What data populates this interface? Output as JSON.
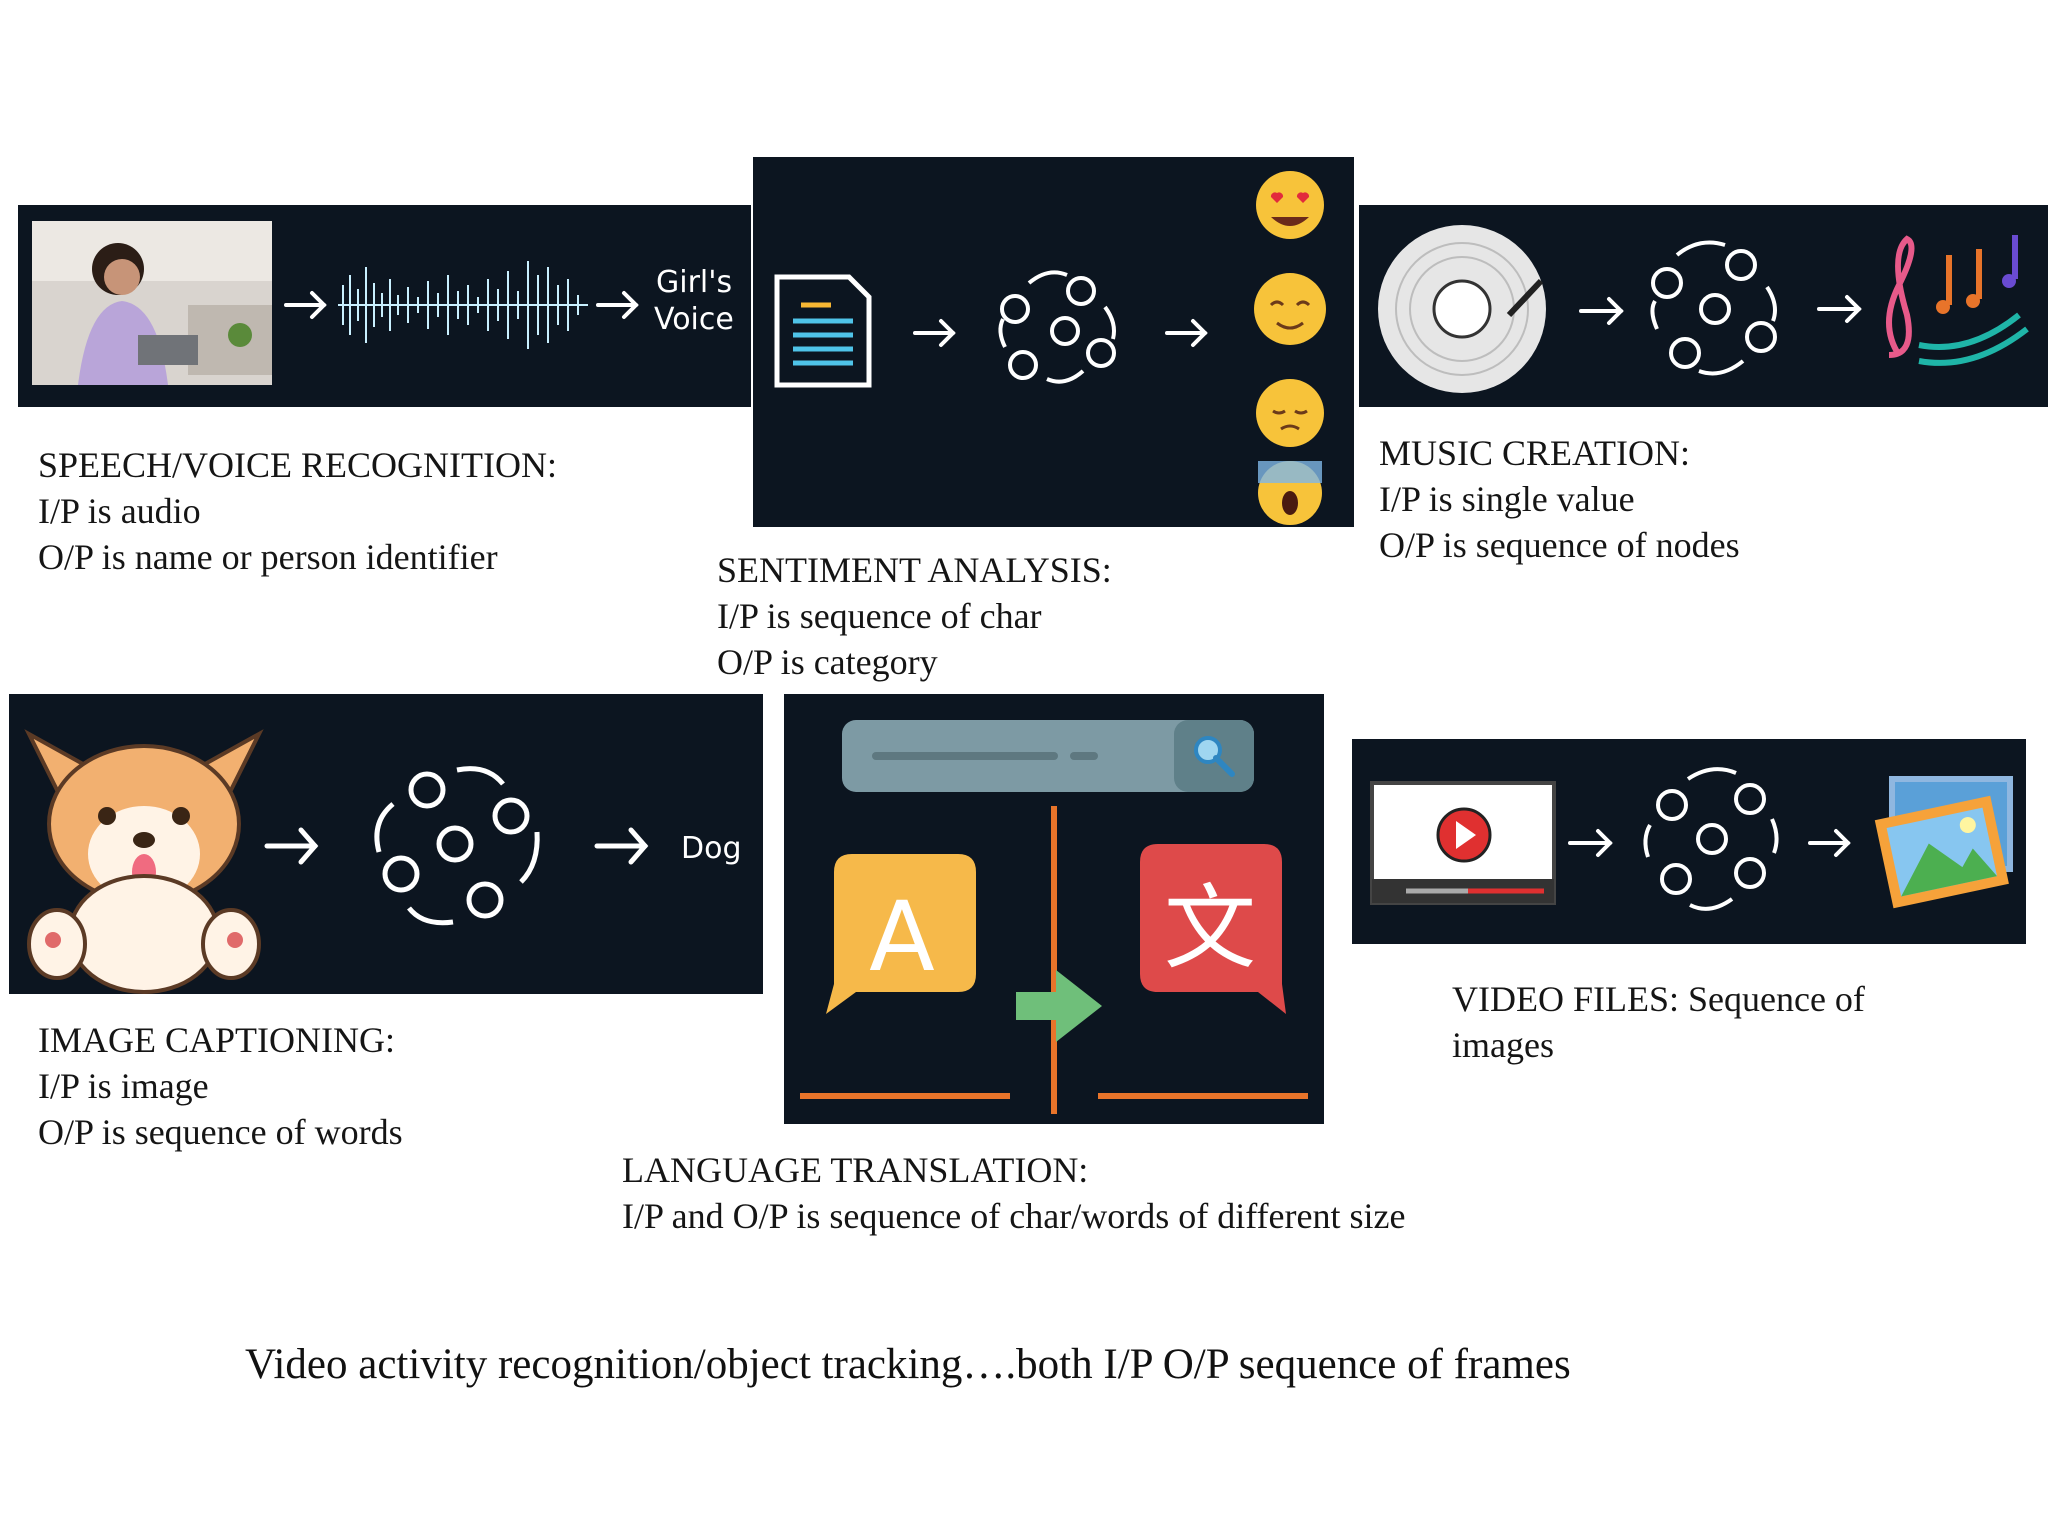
{
  "speech": {
    "heading": "SPEECH/VOICE RECOGNITION:",
    "line1": "I/P is audio",
    "line2": "O/P is name or person identifier",
    "output_label_1": "Girl's",
    "output_label_2": "Voice"
  },
  "sentiment": {
    "heading": "SENTIMENT ANALYSIS:",
    "line1": "I/P is sequence of char",
    "line2": "O/P is category"
  },
  "music": {
    "heading": "MUSIC CREATION:",
    "line1": "I/P is single value",
    "line2": "O/P is sequence of nodes"
  },
  "image_captioning": {
    "heading": "IMAGE CAPTIONING:",
    "line1": "I/P is image",
    "line2": "O/P is sequence of words",
    "output_label": "Dog"
  },
  "translation": {
    "heading": "LANGUAGE TRANSLATION:",
    "line1": "I/P and O/P is sequence of char/words of different size",
    "source_glyph": "A",
    "target_glyph": "文"
  },
  "video": {
    "text": "VIDEO FILES: Sequence of images"
  },
  "footer": {
    "text": "Video activity recognition/object tracking….both I/P O/P sequence of frames"
  },
  "colors": {
    "panel_bg": "#0c1520",
    "accent_blue": "#4fc3e8",
    "accent_orange": "#e8742a",
    "emoji_yellow": "#f7c33a"
  }
}
